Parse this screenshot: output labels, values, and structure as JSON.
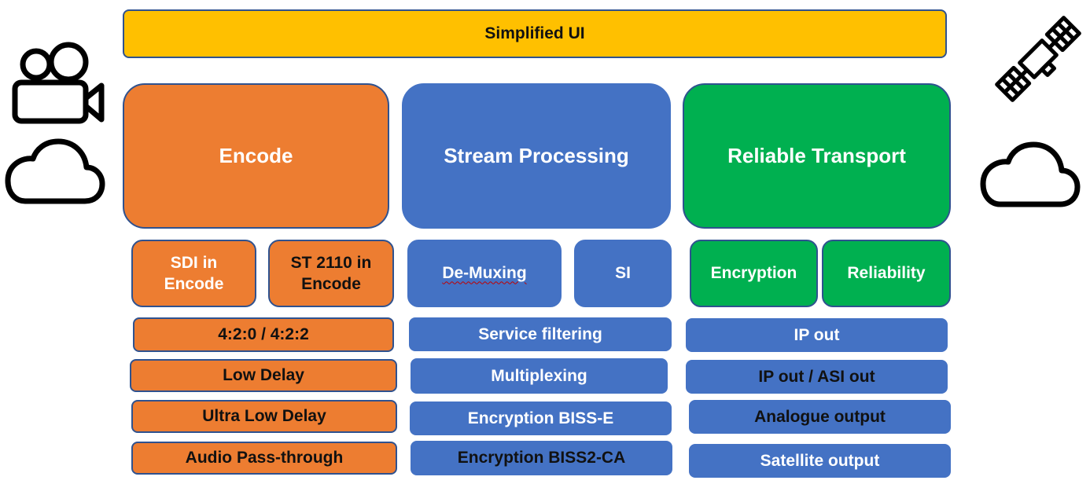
{
  "top_bar": {
    "label": "Simplified UI",
    "color": "#ffc000"
  },
  "columns": [
    {
      "id": "encode",
      "title": "Encode",
      "color": "#ed7d31",
      "sub_blocks": [
        "SDI in\nEncode",
        "ST 2110 in\nEncode"
      ],
      "features": [
        "4:2:0 / 4:2:2",
        "Low Delay",
        "Ultra Low Delay",
        "Audio Pass-through"
      ]
    },
    {
      "id": "stream-processing",
      "title": "Stream Processing",
      "color": "#4472c4",
      "sub_blocks": [
        "De-Muxing",
        "SI"
      ],
      "features": [
        "Service filtering",
        "Multiplexing",
        "Encryption BISS-E",
        "Encryption BISS2-CA"
      ]
    },
    {
      "id": "reliable-transport",
      "title": "Reliable Transport",
      "color": "#00b050",
      "sub_blocks": [
        "Encryption",
        "Reliability"
      ],
      "features": [
        "IP out",
        "IP out / ASI out",
        "Analogue output",
        "Satellite output"
      ]
    }
  ],
  "icons": {
    "left": [
      "video-camera-icon",
      "cloud-icon"
    ],
    "right": [
      "satellite-icon",
      "cloud-icon"
    ]
  }
}
